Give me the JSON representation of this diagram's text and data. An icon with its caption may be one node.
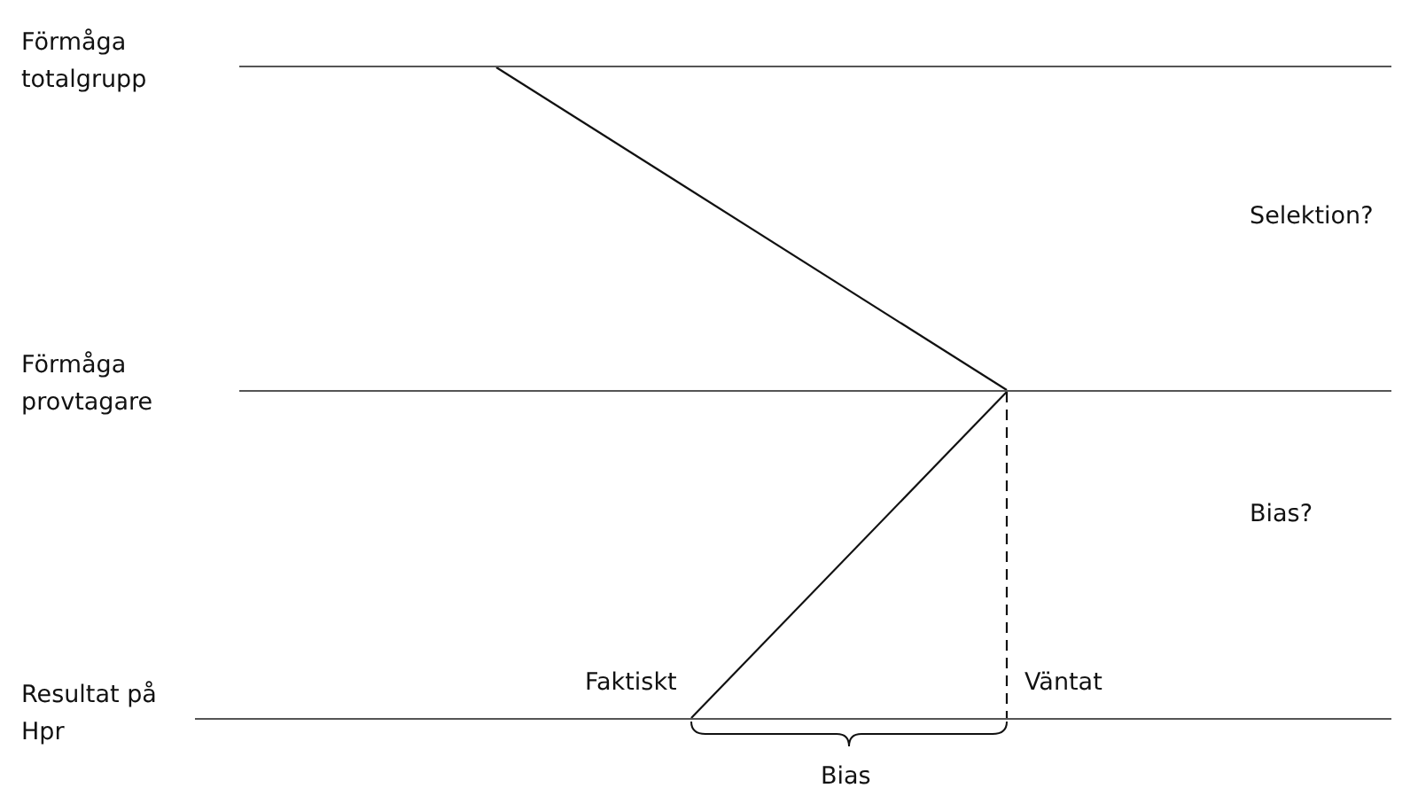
{
  "diagram": {
    "nodes": [
      {
        "text": [],
        "shape": "bar",
        "beside": [
          "Förmåga totalgrupp"
        ]
      },
      {
        "text": [],
        "shape": "bar",
        "beside": [
          "Förmåga provtagare"
        ]
      },
      {
        "text": [],
        "shape": "bar",
        "beside": [
          "Resultat på Hpr"
        ]
      }
    ],
    "edges": [
      {
        "from": 0,
        "to": 1,
        "arrow": "none"
      },
      {
        "from": 1,
        "to": 2,
        "arrow": "none"
      },
      {
        "from": 1,
        "to": 2,
        "arrow": "none",
        "style": "dashed"
      }
    ],
    "labels": [
      "Selektion?",
      "Bias?",
      "Faktiskt",
      "Väntat",
      "Bias"
    ]
  }
}
